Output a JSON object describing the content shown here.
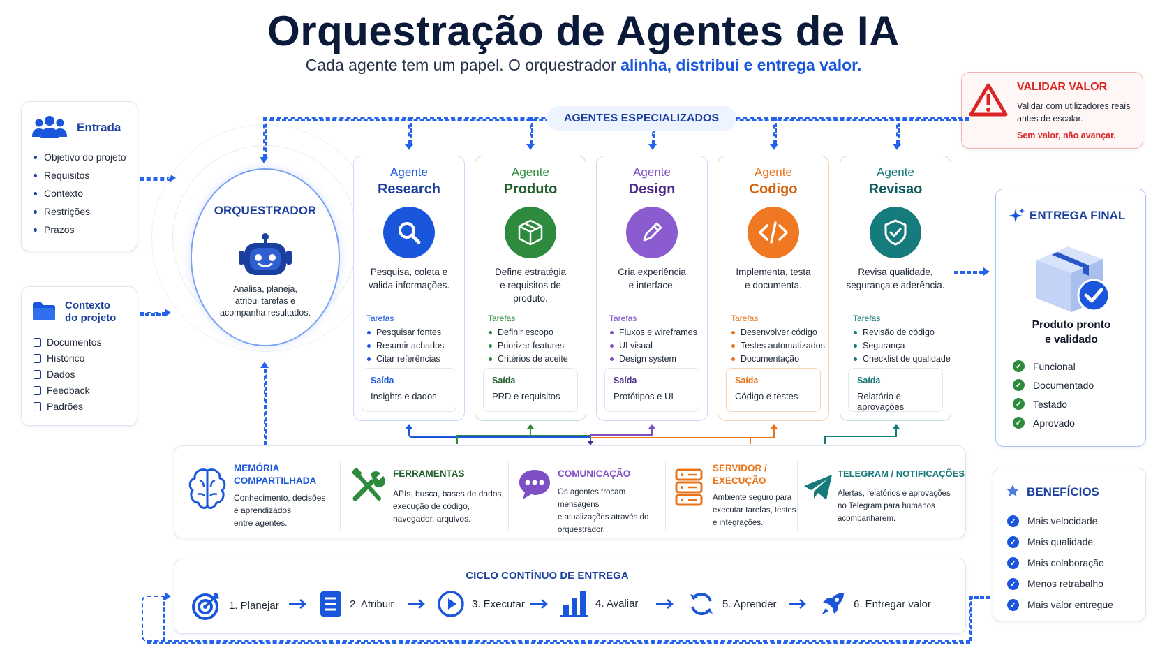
{
  "header": {
    "title": "Orquestração de Agentes de IA",
    "subtitle_plain": "Cada agente tem um papel. O orquestrador ",
    "subtitle_highlight": "alinha, distribui e entrega valor."
  },
  "validate": {
    "title": "VALIDAR VALOR",
    "text1": "Validar com utilizadores reais",
    "text2": "antes de escalar.",
    "warn": "Sem valor, não avançar."
  },
  "input": {
    "title": "Entrada",
    "items": [
      "Objetivo do projeto",
      "Requisitos",
      "Contexto",
      "Restrições",
      "Prazos"
    ]
  },
  "context": {
    "title1": "Contexto",
    "title2": "do projeto",
    "items": [
      "Documentos",
      "Histórico",
      "Dados",
      "Feedback",
      "Padrões"
    ]
  },
  "orchestrator": {
    "title": "ORQUESTRADOR",
    "d1": "Analisa, planeja,",
    "d2": "atribui tarefas e",
    "d3": "acompanha resultados."
  },
  "agents_label": "AGENTES ESPECIALIZADOS",
  "agents": [
    {
      "prefix": "Agente",
      "name": "Research",
      "d1": "Pesquisa, coleta e",
      "d2": "valida informações.",
      "d3": "",
      "tasks_label": "Tarefas",
      "tasks": [
        "Pesquisar fontes",
        "Resumir achados",
        "Citar referências"
      ],
      "out_label": "Saída",
      "out": "Insights e dados",
      "color": "#1a56db",
      "icon": "search-icon"
    },
    {
      "prefix": "Agente",
      "name": "Produto",
      "d1": "Define estratégia",
      "d2": "e requisitos de",
      "d3": "produto.",
      "tasks_label": "Tarefas",
      "tasks": [
        "Definir escopo",
        "Priorizar features",
        "Critérios de aceite"
      ],
      "out_label": "Saída",
      "out": "PRD e requisitos",
      "color": "#2e8b3e",
      "icon": "cube-icon"
    },
    {
      "prefix": "Agente",
      "name": "Design",
      "d1": "Cria experiência",
      "d2": "e interface.",
      "d3": "",
      "tasks_label": "Tarefas",
      "tasks": [
        "Fluxos e wireframes",
        "UI visual",
        "Design system"
      ],
      "out_label": "Saída",
      "out": "Protótipos e UI",
      "color": "#7e4fc4",
      "icon": "pen-icon"
    },
    {
      "prefix": "Agente",
      "name": "Codigo",
      "d1": "Implementa, testa",
      "d2": "e documenta.",
      "d3": "",
      "tasks_label": "Tarefas",
      "tasks": [
        "Desenvolver código",
        "Testes automatizados",
        "Documentação"
      ],
      "out_label": "Saída",
      "out": "Código e testes",
      "color": "#e8731a",
      "icon": "code-icon"
    },
    {
      "prefix": "Agente",
      "name": "Revisao",
      "d1": "Revisa qualidade,",
      "d2": "segurança e aderência.",
      "d3": "",
      "tasks_label": "Tarefas",
      "tasks": [
        "Revisão de código",
        "Segurança",
        "Checklist de qualidade"
      ],
      "out_label": "Saída",
      "out": "Relatório e aprovações",
      "color": "#16797a",
      "icon": "shield-icon"
    }
  ],
  "tools": [
    {
      "t1": "MEMÓRIA",
      "t2": "COMPARTILHADA",
      "d": [
        "Conhecimento, decisões",
        "e aprendizados",
        "entre agentes."
      ],
      "color": "#1a56db"
    },
    {
      "t1": "FERRAMENTAS",
      "t2": "",
      "d": [
        "APIs, busca, bases de dados,",
        "execução de código,",
        "navegador, arquivos."
      ],
      "color": "#2e8b3e"
    },
    {
      "t1": "COMUNICAÇÃO",
      "t2": "",
      "d": [
        "Os agentes trocam mensagens",
        "e atualizações através do",
        "orquestrador."
      ],
      "color": "#7e4fc4"
    },
    {
      "t1": "SERVIDOR /",
      "t2": "EXECUÇÃO",
      "d": [
        "Ambiente seguro para",
        "executar tarefas, testes",
        "e integrações."
      ],
      "color": "#e8731a"
    },
    {
      "t1": "TELEGRAM / NOTIFICAÇÕES",
      "t2": "",
      "d": [
        "Alertas, relatórios e aprovações",
        "no Telegram para humanos",
        "acompanharem."
      ],
      "color": "#16797a"
    }
  ],
  "cycle": {
    "title": "CICLO CONTÍNUO DE ENTREGA",
    "steps": [
      "1. Planejar",
      "2. Atribuir",
      "3. Executar",
      "4. Avaliar",
      "5. Aprender",
      "6. Entregar valor"
    ]
  },
  "final": {
    "title": "ENTREGA FINAL",
    "p1": "Produto pronto",
    "p2": "e validado",
    "items": [
      "Funcional",
      "Documentado",
      "Testado",
      "Aprovado"
    ]
  },
  "benefits": {
    "title": "BENEFÍCIOS",
    "items": [
      "Mais velocidade",
      "Mais qualidade",
      "Mais colaboração",
      "Menos retrabalho",
      "Mais valor entregue"
    ]
  },
  "colors": {
    "primary": "#1a56db",
    "navy": "#0c1a3a",
    "warning": "#dc2626",
    "success": "#2e8b3e"
  }
}
